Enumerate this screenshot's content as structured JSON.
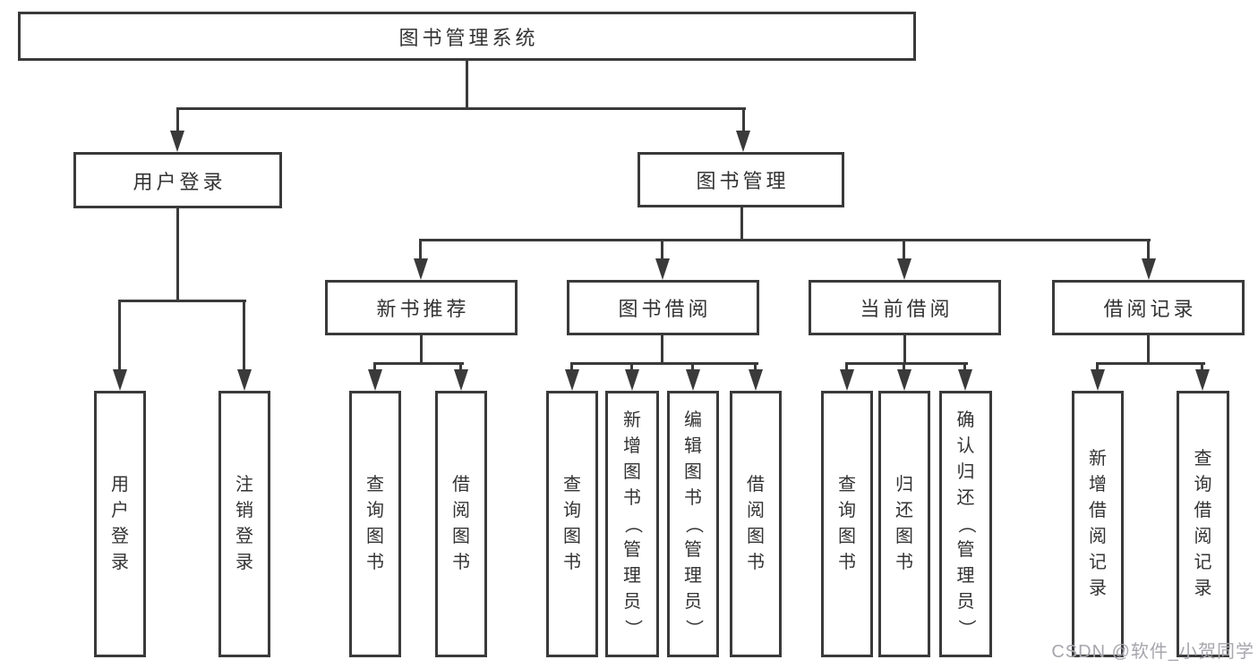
{
  "nodes": {
    "root": "图书管理系统",
    "user_login": "用户登录",
    "book_mgmt": "图书管理",
    "new_book_recommend": "新书推荐",
    "book_borrow": "图书借阅",
    "current_borrow": "当前借阅",
    "borrow_records": "借阅记录"
  },
  "leaves": {
    "user_login_1": "用户登录",
    "user_login_2": "注销登录",
    "recommend_1": "查询图书",
    "recommend_2": "借阅图书",
    "borrow_1": "查询图书",
    "borrow_2": "新增图书（管理员）",
    "borrow_3": "编辑图书（管理员）",
    "borrow_4": "借阅图书",
    "current_1": "查询图书",
    "current_2": "归还图书",
    "current_3": "确认归还（管理员）",
    "records_1": "新增借阅记录",
    "records_2": "查询借阅记录"
  },
  "watermark": "CSDN @软件_小贺同学",
  "colors": {
    "line": "#3a3a3a",
    "text": "#333333",
    "watermark": "#a6a6ad",
    "background": "#ffffff"
  }
}
